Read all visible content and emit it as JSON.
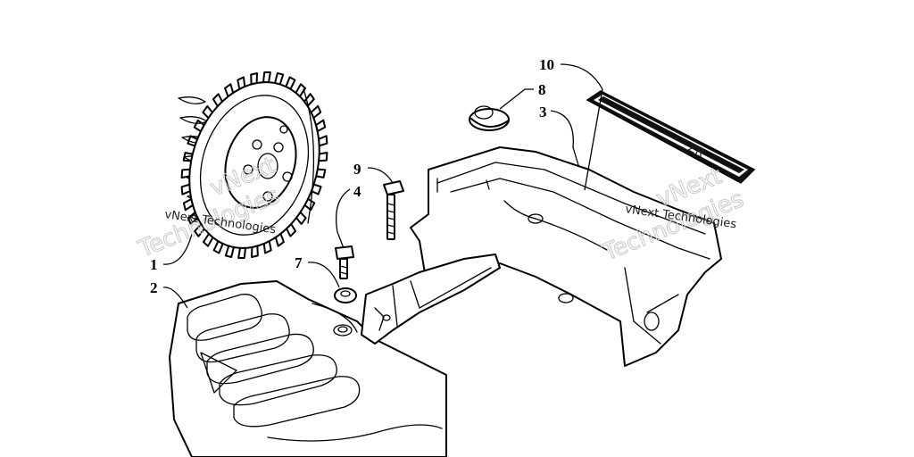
{
  "callouts": {
    "c1": "1",
    "c2": "2",
    "c3": "3",
    "c4": "4",
    "c7": "7",
    "c8": "8",
    "c9": "9",
    "c10": "10"
  },
  "decal_text": "ZR",
  "watermarks": {
    "left_small": "vNext Technologies",
    "left_big": "Technologies",
    "left_top": "vNext",
    "right_small": "vNext Technologies",
    "right_big": "Technologies",
    "right_top": "vNext"
  }
}
